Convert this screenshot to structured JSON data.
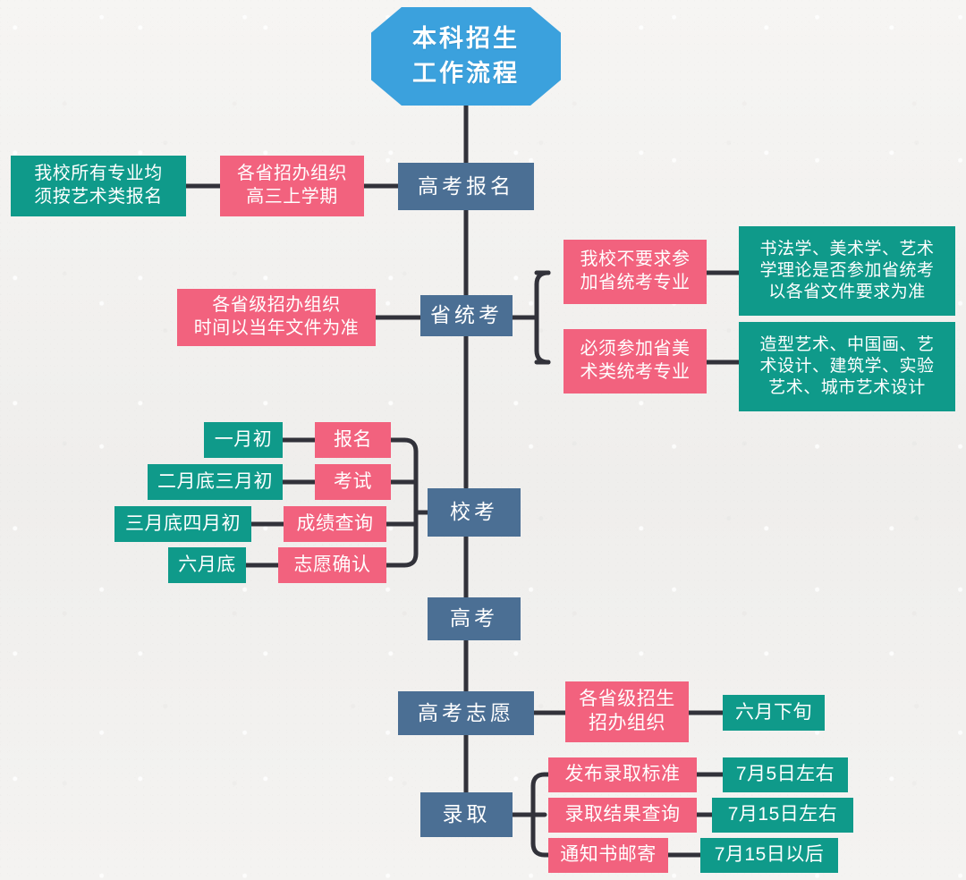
{
  "diagram": {
    "title": "本科招生工作流程",
    "title_lines": [
      "本科招生",
      "工作流程"
    ],
    "colors": {
      "header_blue": "#3ba1dd",
      "teal": "#0f9a8a",
      "pink": "#f2627e",
      "steel": "#4b6f94",
      "line": "#32323a",
      "background": "#f2f1ef",
      "text": "#ffffff"
    }
  },
  "stages": [
    {
      "id": "stage-baoming",
      "label": "高考报名",
      "notes_left": [
        {
          "id": "note-zhaoban-gaosan",
          "color": "pink",
          "lines": [
            "各省招办组织",
            "高三上学期"
          ]
        },
        {
          "id": "note-yishulei-baoming",
          "color": "teal",
          "lines": [
            "我校所有专业均",
            "须按艺术类报名"
          ]
        }
      ]
    },
    {
      "id": "stage-shengtongkao",
      "label": "省统考",
      "notes_left": [
        {
          "id": "note-shengji-zhaoban",
          "color": "pink",
          "lines": [
            "各省级招办组织",
            "时间以当年文件为准"
          ]
        }
      ],
      "branches_right": [
        {
          "id": "branch-buyaoqiu",
          "color": "pink",
          "lines": [
            "我校不要求参",
            "加省统考专业"
          ],
          "detail": {
            "id": "detail-buyaoqiu",
            "color": "teal",
            "lines": [
              "书法学、美术学、艺术",
              "学理论是否参加省统考",
              "以各省文件要求为准"
            ]
          }
        },
        {
          "id": "branch-bixucanjia",
          "color": "pink",
          "lines": [
            "必须参加省美",
            "术类统考专业"
          ],
          "detail": {
            "id": "detail-bixucanjia",
            "color": "teal",
            "lines": [
              "造型艺术、中国画、艺",
              "术设计、建筑学、实验",
              "艺术、城市艺术设计"
            ]
          }
        }
      ]
    },
    {
      "id": "stage-xiaokao",
      "label": "校考",
      "steps": [
        {
          "id": "step-baoming",
          "step_label": "报名",
          "time_label": "一月初"
        },
        {
          "id": "step-kaoshi",
          "step_label": "考试",
          "time_label": "二月底三月初"
        },
        {
          "id": "step-chengji",
          "step_label": "成绩查询",
          "time_label": "三月底四月初"
        },
        {
          "id": "step-zhiyuan",
          "step_label": "志愿确认",
          "time_label": "六月底"
        }
      ]
    },
    {
      "id": "stage-gaokao",
      "label": "高考"
    },
    {
      "id": "stage-gaokao-zhiyuan",
      "label": "高考志愿",
      "chain": [
        {
          "id": "chain-shengji-zhaosheng",
          "color": "pink",
          "lines": [
            "各省级招生",
            "招办组织"
          ]
        },
        {
          "id": "chain-liuyue-xiaxun",
          "color": "teal",
          "lines": [
            "六月下旬"
          ]
        }
      ]
    },
    {
      "id": "stage-luqu",
      "label": "录取",
      "steps": [
        {
          "id": "luqu-biaozhun",
          "step_label": "发布录取标准",
          "time_label": "7月5日左右"
        },
        {
          "id": "luqu-jieguo",
          "step_label": "录取结果查询",
          "time_label": "7月15日左右"
        },
        {
          "id": "luqu-youji",
          "step_label": "通知书邮寄",
          "time_label": "7月15日以后"
        }
      ]
    }
  ]
}
